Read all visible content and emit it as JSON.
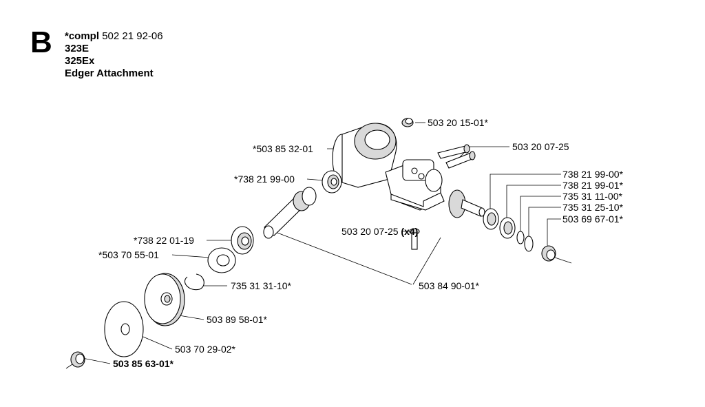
{
  "header": {
    "section_letter": "B",
    "compl_prefix": "*compl",
    "compl_number": "502 21 92-06",
    "models": [
      "323E",
      "325Ex"
    ],
    "title": "Edger Attachment"
  },
  "callouts": {
    "c1": "503 20 15-01*",
    "c2": "503 20 07-25",
    "c3": "*503 85 32-01",
    "c4": "*738 21 99-00",
    "c5": "738 21 99-00*",
    "c6": "738 21 99-01*",
    "c7": "735 31 11-00*",
    "c8": "735 31 25-10*",
    "c9": "503 69 67-01*",
    "c10_number": "503 20 07-25",
    "c10_qty": "(x4)",
    "c11": "*738 22 01-19",
    "c12": "*503 70 55-01",
    "c13": "735 31 31-10*",
    "c14": "503 84 90-01*",
    "c15": "503 89 58-01*",
    "c16": "503 70 29-02*",
    "c17": "503 85 63-01*"
  }
}
